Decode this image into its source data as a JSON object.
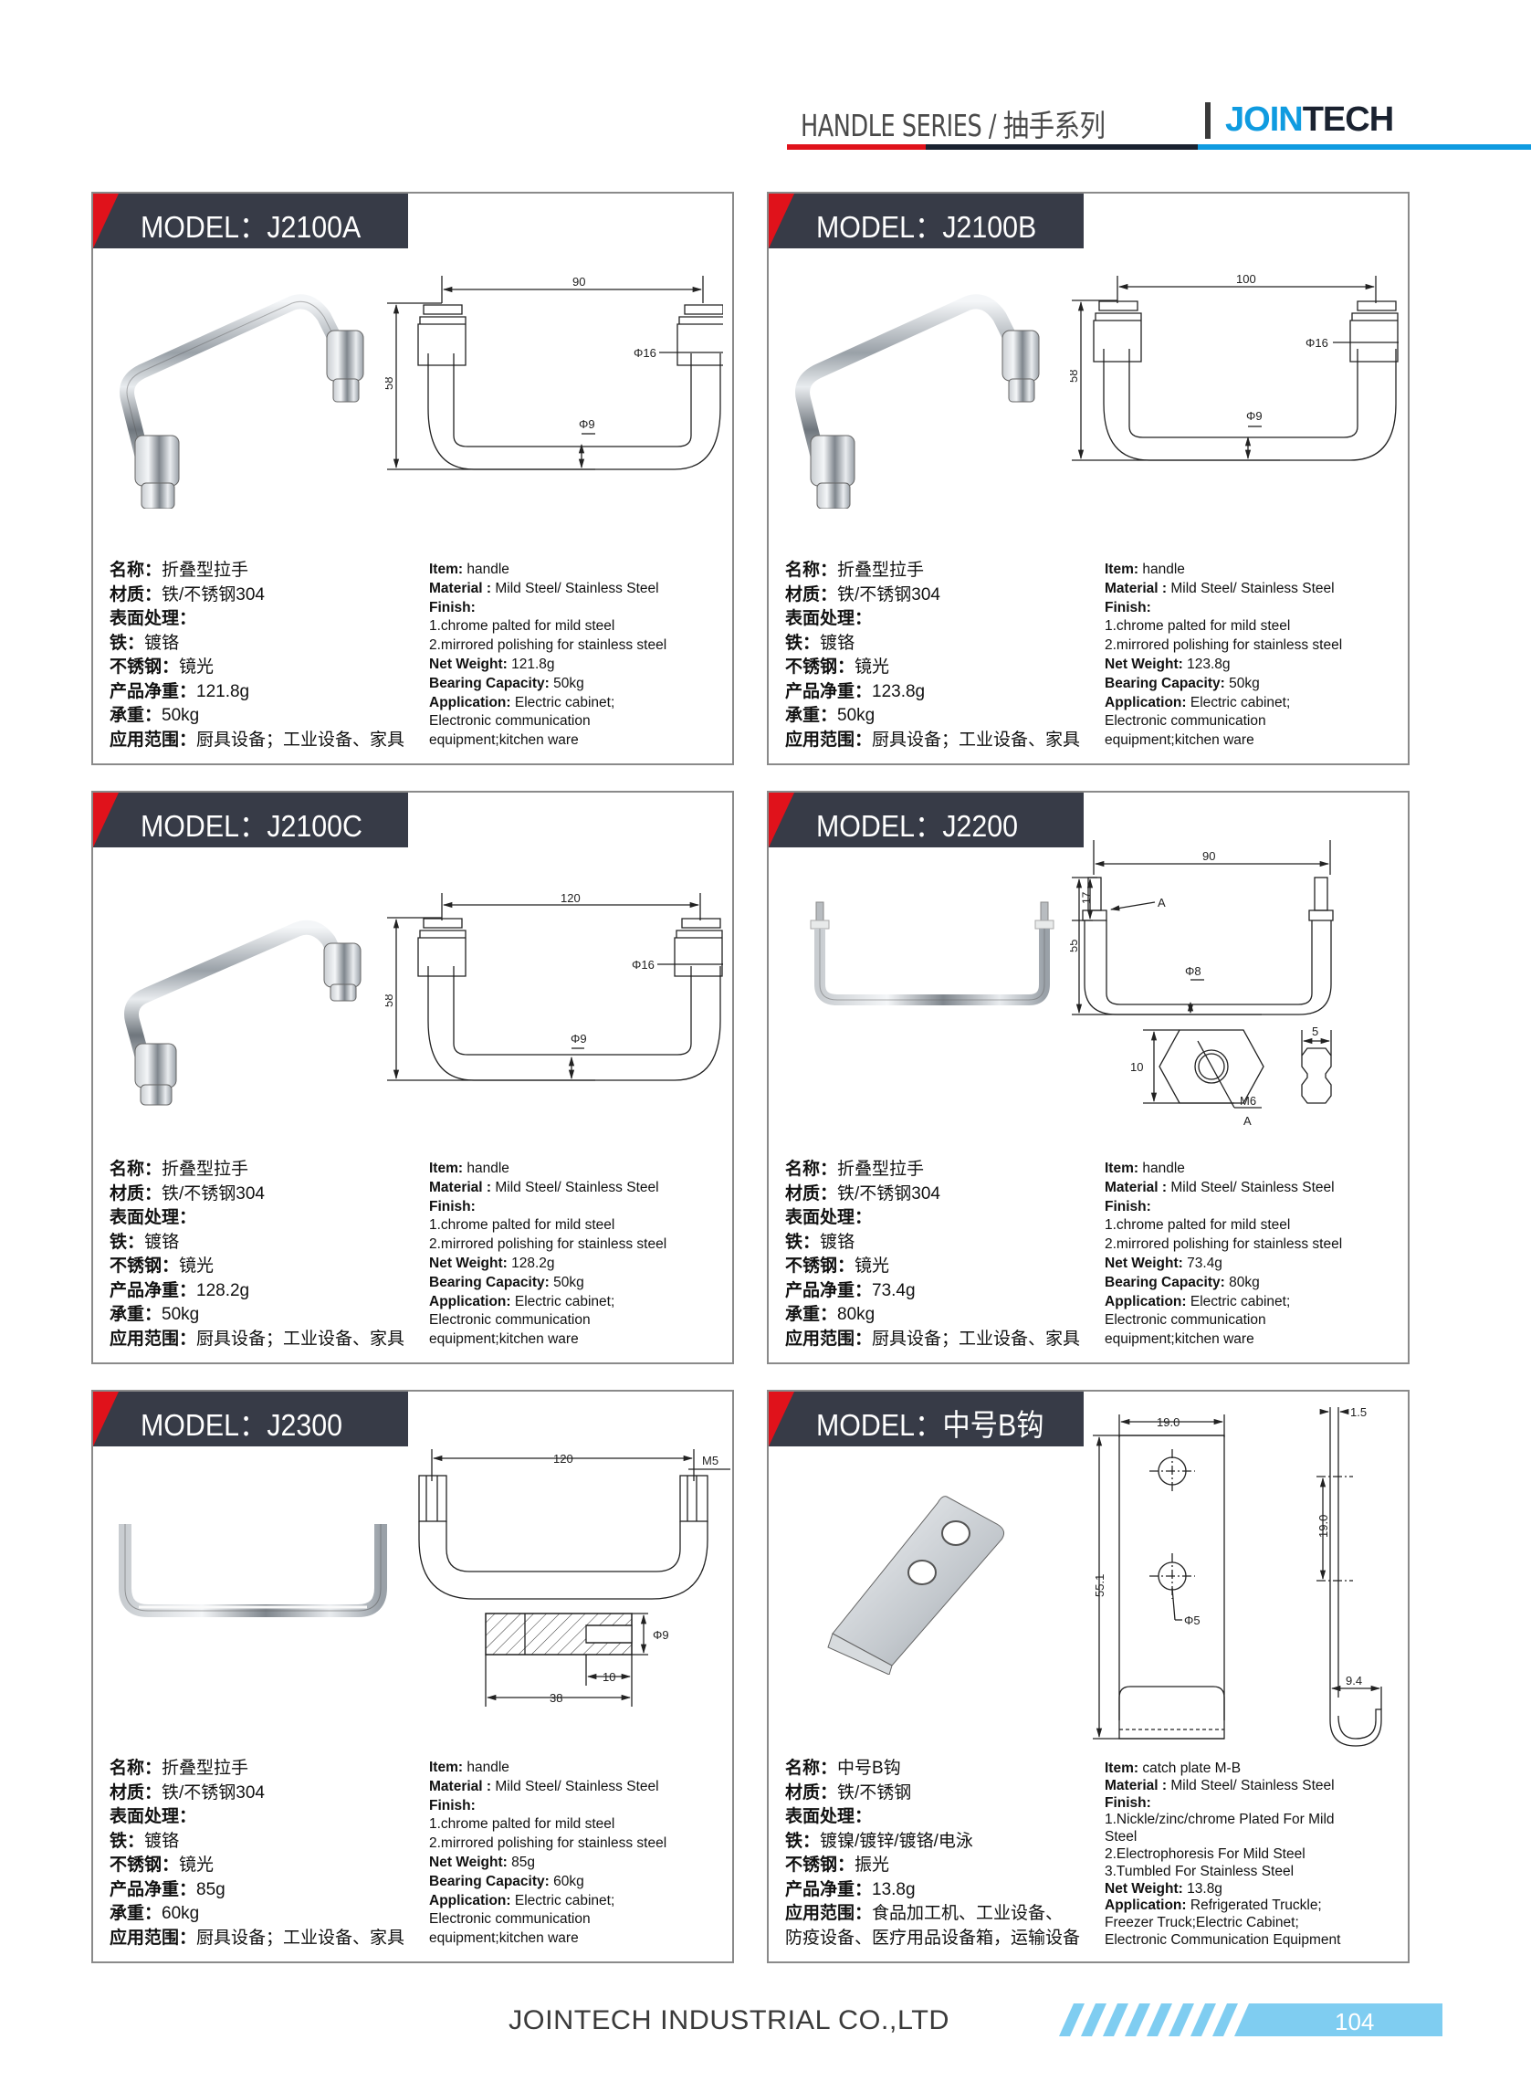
{
  "header": {
    "title": "HANDLE SERIES / 抽手系列",
    "brand_part1": "JOIN",
    "brand_part2": "TECH",
    "colors": {
      "red": "#e0121b",
      "navy": "#1a2230",
      "blue": "#0f9be0"
    }
  },
  "labels_cn": {
    "name": "名称：",
    "material": "材质：",
    "surface": "表面处理：",
    "iron": "铁：",
    "stainless": "不锈钢：",
    "weight": "产品净重：",
    "load": "承重：",
    "usage": "应用范围："
  },
  "labels_en": {
    "item": "Item:",
    "material": "Material :",
    "finish": "Finish:",
    "weight": "Net Weight:",
    "bearing": "Bearing Capacity:",
    "application": "Application:"
  },
  "products": [
    {
      "model": "MODEL：J2100A",
      "cn": {
        "name": "折叠型拉手",
        "material": "铁/不锈钢304",
        "iron": "镀铬",
        "stainless": "镜光",
        "weight": "121.8g",
        "load": "50kg",
        "usage": "厨具设备；工业设备、家具"
      },
      "en": {
        "item": "handle",
        "material": "Mild Steel/ Stainless Steel",
        "finish1": "1.chrome palted for mild steel",
        "finish2": "2.mirrored polishing for stainless steel",
        "weight": "121.8g",
        "bearing": "50kg",
        "app1": "Electric cabinet;",
        "app2": "Electronic communication",
        "app3": "equipment;kitchen ware"
      },
      "dims": {
        "width": "90",
        "height": "58",
        "phi_big": "Φ16",
        "phi_small": "Φ9"
      }
    },
    {
      "model": "MODEL：J2100B",
      "cn": {
        "name": "折叠型拉手",
        "material": "铁/不锈钢304",
        "iron": "镀铬",
        "stainless": "镜光",
        "weight": "123.8g",
        "load": "50kg",
        "usage": "厨具设备；工业设备、家具"
      },
      "en": {
        "item": "handle",
        "material": "Mild Steel/ Stainless Steel",
        "finish1": "1.chrome palted for mild steel",
        "finish2": "2.mirrored polishing for stainless steel",
        "weight": "123.8g",
        "bearing": "50kg",
        "app1": "Electric cabinet;",
        "app2": "Electronic communication",
        "app3": "equipment;kitchen ware"
      },
      "dims": {
        "width": "100",
        "height": "58",
        "phi_big": "Φ16",
        "phi_small": "Φ9"
      }
    },
    {
      "model": "MODEL：J2100C",
      "cn": {
        "name": "折叠型拉手",
        "material": "铁/不锈钢304",
        "iron": "镀铬",
        "stainless": "镜光",
        "weight": "128.2g",
        "load": "50kg",
        "usage": "厨具设备；工业设备、家具"
      },
      "en": {
        "item": "handle",
        "material": "Mild Steel/ Stainless Steel",
        "finish1": "1.chrome palted for mild steel",
        "finish2": "2.mirrored polishing for stainless steel",
        "weight": "128.2g",
        "bearing": "50kg",
        "app1": "Electric cabinet;",
        "app2": "Electronic communication",
        "app3": "equipment;kitchen ware"
      },
      "dims": {
        "width": "120",
        "height": "58",
        "phi_big": "Φ16",
        "phi_small": "Φ9"
      }
    },
    {
      "model": "MODEL：J2200",
      "cn": {
        "name": "折叠型拉手",
        "material": "铁/不锈钢304",
        "iron": "镀铬",
        "stainless": "镜光",
        "weight": "73.4g",
        "load": "80kg",
        "usage": "厨具设备；工业设备、家具"
      },
      "en": {
        "item": "handle",
        "material": "Mild Steel/ Stainless Steel",
        "finish1": "1.chrome palted for mild steel",
        "finish2": "2.mirrored polishing for stainless steel",
        "weight": "73.4g",
        "bearing": "80kg",
        "app1": "Electric cabinet;",
        "app2": "Electronic communication",
        "app3": "equipment;kitchen ware"
      },
      "dims": {
        "width": "90",
        "height": "55",
        "thread": "17",
        "phi": "Φ8",
        "callout": "A",
        "nut_h": "10",
        "nut_w": "5",
        "nut_thread": "M6"
      }
    },
    {
      "model": "MODEL：J2300",
      "cn": {
        "name": "折叠型拉手",
        "material": "铁/不锈钢304",
        "iron": "镀铬",
        "stainless": "镜光",
        "weight": "85g",
        "load": "60kg",
        "usage": "厨具设备；工业设备、家具"
      },
      "en": {
        "item": "handle",
        "material": "Mild Steel/ Stainless Steel",
        "finish1": "1.chrome palted for mild steel",
        "finish2": "2.mirrored polishing for stainless steel",
        "weight": "85g",
        "bearing": "60kg",
        "app1": "Electric cabinet;",
        "app2": "Electronic communication",
        "app3": "equipment;kitchen ware"
      },
      "dims": {
        "width": "120",
        "thread": "M5",
        "phi": "Φ9",
        "depth": "10",
        "length": "38"
      }
    },
    {
      "model": "MODEL：中号B钩",
      "cn": {
        "name": "中号B钩",
        "material": "铁/不锈钢",
        "iron": "镀镍/镀锌/镀铬/电泳",
        "stainless": "振光",
        "weight": "13.8g",
        "usage1": "食品加工机、工业设备、",
        "usage2": "防疫设备、医疗用品设备箱，运输设备"
      },
      "en": {
        "item": "catch plate M-B",
        "material": "Mild Steel/ Stainless Steel",
        "finish1a": "1.Nickle/zinc/chrome Plated For Mild",
        "finish1b": "Steel",
        "finish2": "2.Electrophoresis For Mild Steel",
        "finish3": "3.Tumbled For Stainless Steel",
        "weight": "13.8g",
        "app1": "Refrigerated Truckle;",
        "app2": "Freezer Truck;Electric Cabinet;",
        "app3": "Electronic Communication Equipment"
      },
      "dims": {
        "width": "19.0",
        "height": "55.1",
        "hole": "Φ5",
        "thickness": "1.5",
        "pitch": "19.0",
        "hook": "9.4"
      }
    }
  ],
  "footer": {
    "company": "JOINTECH INDUSTRIAL CO.,LTD",
    "page": "104",
    "stripe_color": "#7fcdf1"
  }
}
